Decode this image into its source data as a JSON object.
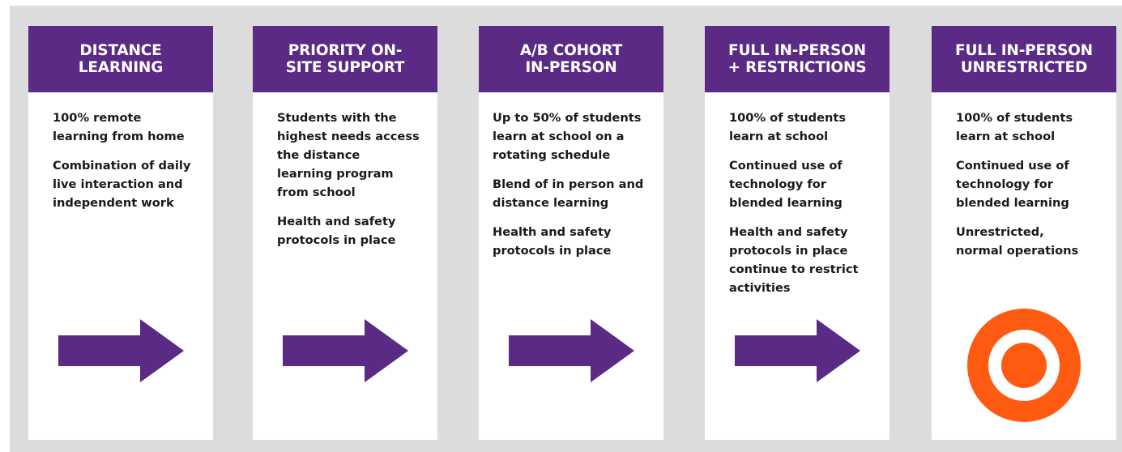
{
  "colors": {
    "header_bg": "#5a2a84",
    "arrow": "#5a2a84",
    "target": "#ff5a12",
    "background": "#dcdcdc"
  },
  "stages": [
    {
      "title_line1": "DISTANCE",
      "title_line2": "LEARNING",
      "paragraphs": [
        "100% remote\nlearning from home",
        "Combination of daily\nlive interaction and\nindependent work"
      ],
      "icon": "arrow-right-icon"
    },
    {
      "title_line1": "PRIORITY ON-",
      "title_line2": "SITE SUPPORT",
      "paragraphs": [
        "Students with the\nhighest needs access\nthe distance\nlearning program\nfrom school",
        "Health and safety\nprotocols in place"
      ],
      "icon": "arrow-right-icon"
    },
    {
      "title_line1": "A/B COHORT",
      "title_line2": "IN-PERSON",
      "paragraphs": [
        "Up to 50% of students\nlearn at school on a\nrotating schedule",
        "Blend of in person and\ndistance learning",
        "Health and safety\nprotocols in place"
      ],
      "icon": "arrow-right-icon"
    },
    {
      "title_line1": "FULL IN-PERSON",
      "title_line2": "+ RESTRICTIONS",
      "paragraphs": [
        "100% of students\nlearn at school",
        "Continued use of\ntechnology for\nblended learning",
        "Health and safety\nprotocols in place\ncontinue to restrict\nactivities"
      ],
      "icon": "arrow-right-icon"
    },
    {
      "title_line1": "FULL IN-PERSON",
      "title_line2": "UNRESTRICTED",
      "paragraphs": [
        "100% of students\nlearn at school",
        "Continued use of\ntechnology for\nblended learning",
        "Unrestricted,\nnormal operations"
      ],
      "icon": "target-icon"
    }
  ]
}
